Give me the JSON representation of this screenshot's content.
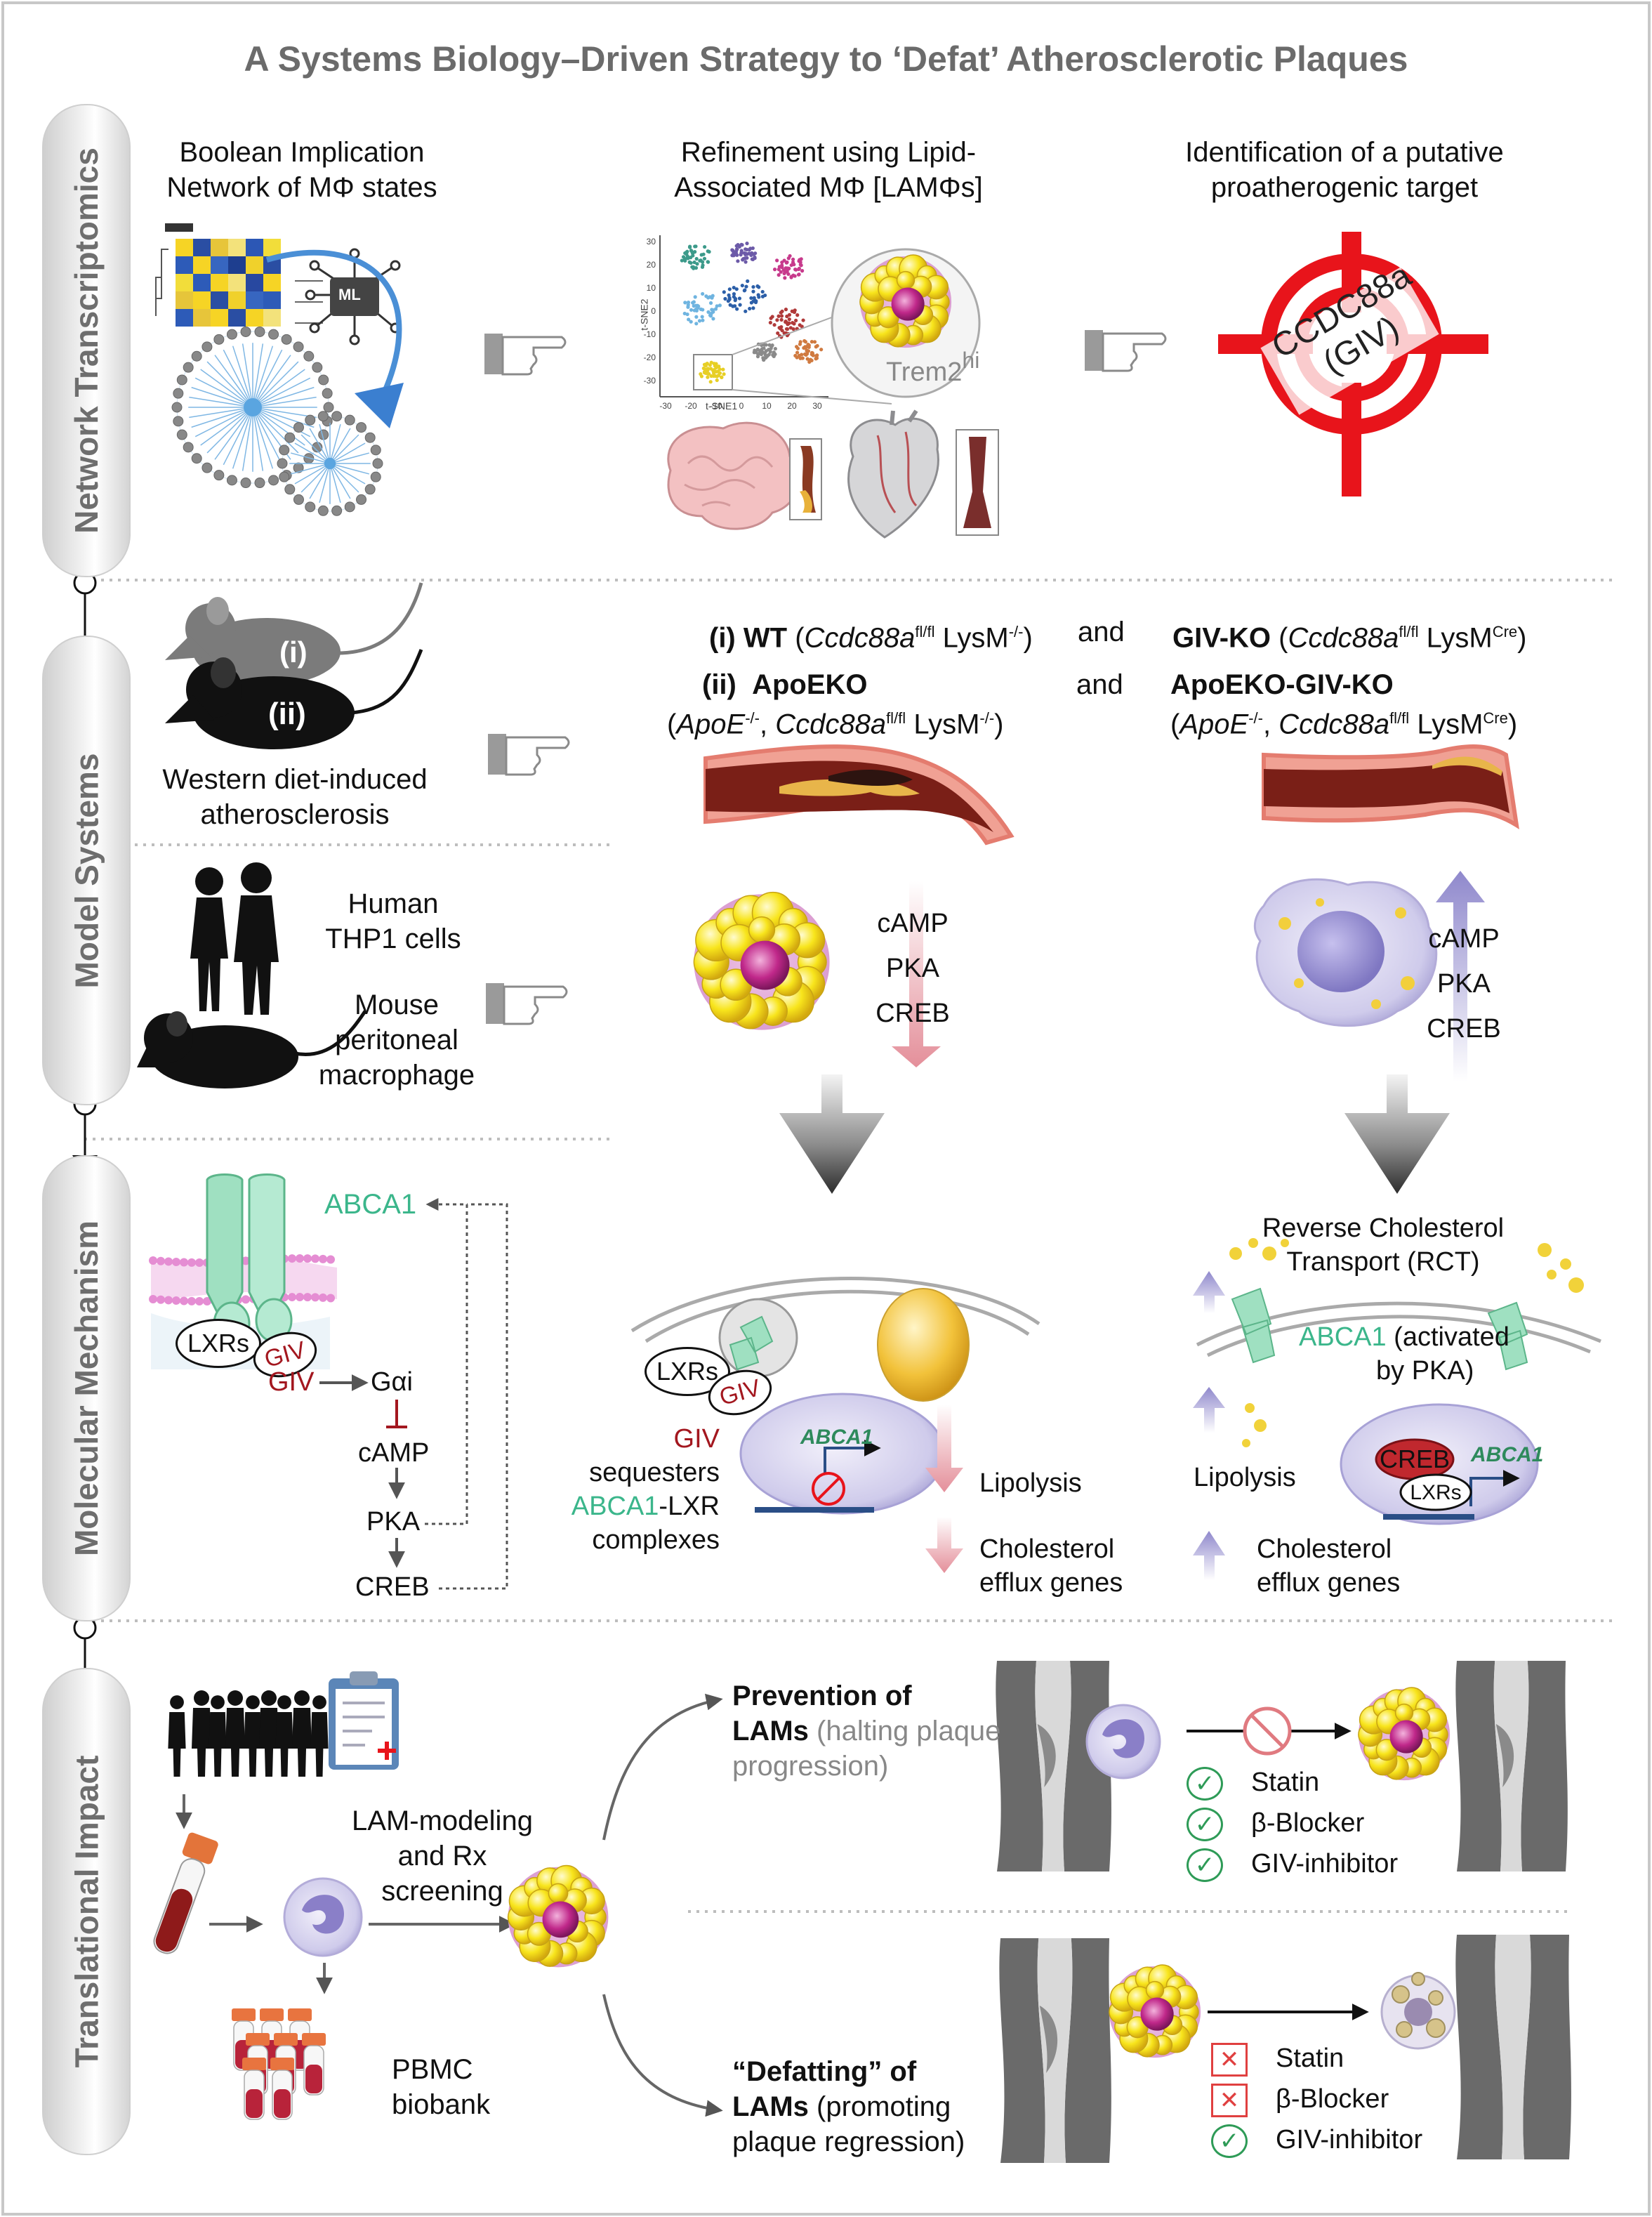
{
  "title": "A Systems Biology–Driven Strategy to ‘Defat’ Atherosclerotic Plaques",
  "sections": [
    {
      "label": "Network Transcriptomics"
    },
    {
      "label": "Model Systems"
    },
    {
      "label": "Molecular Mechanism"
    },
    {
      "label": "Translational Impact"
    }
  ],
  "network": {
    "col1": [
      "Boolean Implication",
      "Network of MΦ states"
    ],
    "col2": [
      "Refinement using Lipid-",
      "Associated MΦ [LAMΦs]"
    ],
    "col3": [
      "Identification of a putative",
      "proatherogenic target"
    ],
    "ml_chip": "ML",
    "trem2": "Trem2",
    "trem2_sup": "hi",
    "tsne_xlabel": "t-SNE1",
    "tsne_ylabel": "t-SNE2",
    "tsne_yticks": [
      "30",
      "20",
      "10",
      "0",
      "-10",
      "-20",
      "-30"
    ],
    "tsne_xticks": [
      "-30",
      "-20",
      "-10",
      "0",
      "10",
      "20",
      "30"
    ],
    "target_line1": "CCDC88a",
    "target_line2": "(GIV)"
  },
  "models": {
    "mouse_i": "(i)",
    "mouse_ii": "(ii)",
    "diet": [
      "Western diet-induced",
      "atherosclerosis"
    ],
    "human": [
      "Human",
      "THP1 cells"
    ],
    "mouse": [
      "Mouse",
      "peritoneal",
      "macrophage"
    ],
    "wt_num": "(i)",
    "wt_name": "WT",
    "wt_gene": "Ccdc88a",
    "wt_sup": "fl/fl",
    "wt_lys": "LysM",
    "wt_lys_sup": "-/-",
    "and": "and",
    "givko_name": "GIV-KO",
    "givko_gene": "Ccdc88a",
    "givko_sup": "fl/fl",
    "givko_lys": "LysM",
    "givko_lys_sup": "Cre",
    "apoe_num": "(ii)",
    "apoe_name": "ApoEKO",
    "apoe_gene1": "ApoE",
    "apoe_gene1_sup": "-/-",
    "apoe_gene2": "Ccdc88a",
    "apoe_gene2_sup": "fl/fl",
    "apoe_lys": "LysM",
    "apoe_lys_sup": "-/-",
    "apoegiv_name": "ApoEKO-GIV-KO",
    "apoegiv_gene1": "ApoE",
    "apoegiv_gene1_sup": "-/-",
    "apoegiv_gene2": "Ccdc88a",
    "apoegiv_gene2_sup": "fl/fl",
    "apoegiv_lys": "LysM",
    "apoegiv_lys_sup": "Cre",
    "signal_left": [
      "cAMP",
      "PKA",
      "CREB"
    ],
    "signal_right": [
      "cAMP",
      "PKA",
      "CREB"
    ]
  },
  "mechanism": {
    "abca1": "ABCA1",
    "lxrs": "LXRs",
    "giv": "GIV",
    "giv_arrow": "GIV",
    "gai": "Gαi",
    "camp": "cAMP",
    "pka": "PKA",
    "creb": "CREB",
    "mid_lxrs": "LXRs",
    "mid_giv": "GIV",
    "mid_abca1_gene": "ABCA1",
    "seq_giv": "GIV",
    "seq_l1": "sequesters",
    "seq_abca1": "ABCA1",
    "seq_lxr": "-LXR",
    "seq_l3": "complexes",
    "lipolysis_left": "Lipolysis",
    "chol_left": [
      "Cholesterol",
      "efflux genes"
    ],
    "rct": [
      "Reverse Cholesterol",
      "Transport (RCT)"
    ],
    "abca1_act_green": "ABCA1",
    "abca1_act_rest": " (activated",
    "abca1_act_l2": "by PKA)",
    "lipolysis_right": "Lipolysis",
    "chol_right": [
      "Cholesterol",
      "efflux genes"
    ],
    "right_creb": "CREB",
    "right_lxrs": "LXRs",
    "right_abca1_gene": "ABCA1"
  },
  "translational": {
    "lam_modeling": [
      "LAM-modeling",
      "and Rx",
      "screening"
    ],
    "pbmc": [
      "PBMC",
      "biobank"
    ],
    "prevention_bold1": "Prevention of",
    "prevention_bold2": "LAMs",
    "prevention_grey1": " (halting plaque",
    "prevention_grey2": "progression)",
    "defat_bold1": "“Defatting” of",
    "defat_bold2": "LAMs",
    "defat_rest1": " (promoting",
    "defat_rest2": "plaque regression)",
    "prevention_drugs": [
      {
        "name": "Statin",
        "status": "check"
      },
      {
        "name": "β-Blocker",
        "status": "check"
      },
      {
        "name": "GIV-inhibitor",
        "status": "check"
      }
    ],
    "defat_drugs": [
      {
        "name": "Statin",
        "status": "cross"
      },
      {
        "name": "β-Blocker",
        "status": "cross"
      },
      {
        "name": "GIV-inhibitor",
        "status": "check"
      }
    ]
  },
  "colors": {
    "section_text": "#6e6e6e",
    "abca1_green": "#3bb68b",
    "giv_red": "#a3171f",
    "target_red": "#e8141b",
    "lam_yellow": "#f6e21a",
    "lam_magenta": "#c0288a",
    "down_arrow_pink": "#e8a0a8",
    "up_arrow_lavender": "#9e9ad0"
  }
}
